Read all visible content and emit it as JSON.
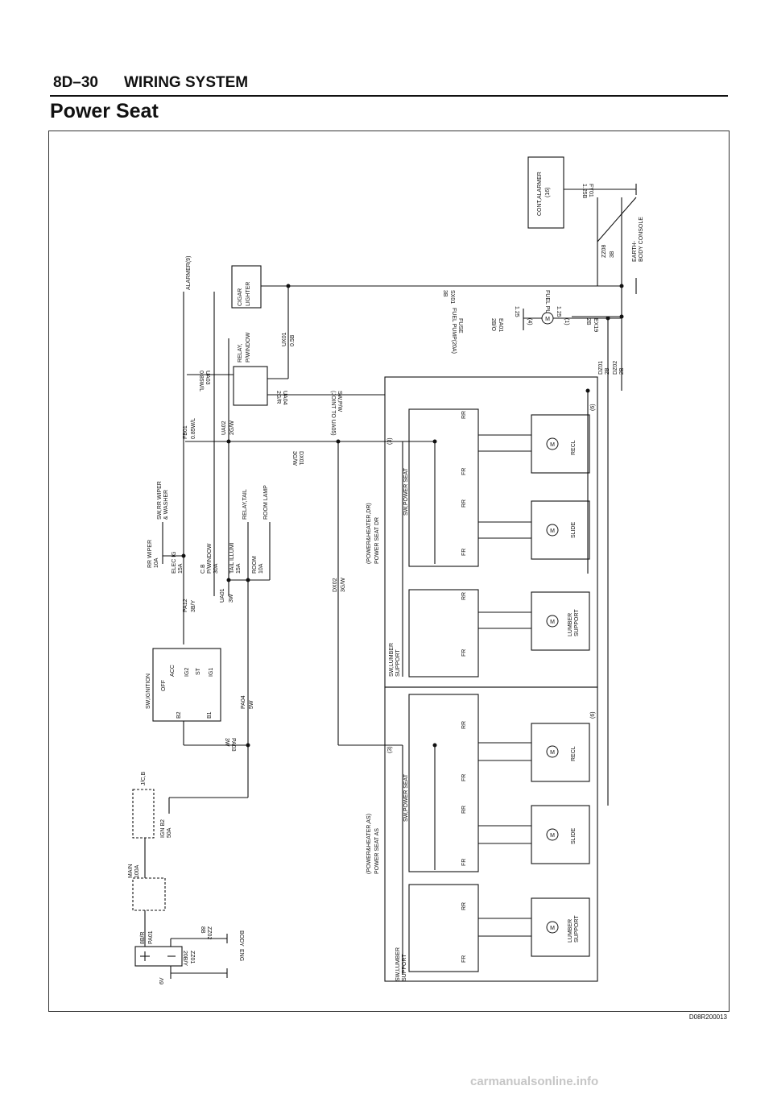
{
  "header": {
    "page_number": "8D–30",
    "section": "WIRING SYSTEM"
  },
  "page_title": "Power Seat",
  "diagram_code": "D08R200013",
  "watermark": "carmanualsonline.info",
  "labels": {
    "battery_voltage": "6V",
    "battery_wire": "8B/R",
    "battery_conn": "PA01",
    "zz01": "ZZ01",
    "zz01_wire": "20B/Y",
    "zz02": "ZZ02",
    "zz02_wire": "8B",
    "eng": "ENG",
    "body": "BODY",
    "main_fuse": "MAIN",
    "main_amp": "100A",
    "ign_fuse": "IGN B2",
    "ign_amp": "50A",
    "jcb": "J/C,B",
    "sw_ignition": "SW,IGNITION",
    "off": "OFF",
    "acc": "ACC",
    "ig2": "IG2",
    "st": "ST",
    "ig1": "IG1",
    "b2": "B2",
    "b1": "B1",
    "pa03": "PA03",
    "pa03_wire": "3W",
    "pa04": "PA04",
    "pa04_wire": "5W",
    "pa12": "PA12",
    "pa12_wire": "3B/Y",
    "rr_wiper": "RR WIPER",
    "rr_wiper_amp": "10A",
    "sw_rr_wiper": "SW,RR WIPER",
    "sw_washer": "& WASHER",
    "elec_ig": "ELEC IG",
    "elec_amp": "15A",
    "cb": "C.B",
    "pwindow": "P/WINDOW",
    "cb_amp": "30A",
    "ua01": "UA01",
    "ua01_wire": "3W",
    "tail_illumi": "TAIL ILLUMI",
    "tail_amp": "15A",
    "relay_tail": "RELAY,TAIL",
    "room": "ROOM",
    "room_amp": "10A",
    "room_lamp": "ROOM LAMP",
    "fb01": "FB01",
    "fb01_wire": "0.85W/L",
    "alarmer": "ALARMER(9)",
    "ua02": "UA02",
    "ua02_wire": "2G/W",
    "ua03": "UA03",
    "ua03_wire": "0.85W/L",
    "relay_pw": "RELAY,",
    "relay_pw2": "P/WINDOW",
    "ua04": "UA04",
    "ua04_wire": "2G/R",
    "sw_pw": "SW,P/W",
    "joint": "(JOINT TO UA05)",
    "ux01": "UX01",
    "ux01_wire": "0.5B",
    "cigar": "CIGAR",
    "lighter": "LIGHTER",
    "sx01": "SX01",
    "sx01_wire": "3B",
    "ea01": "EA01",
    "ea01_wire": "2B/O",
    "fuse": "FUSE",
    "fuel_pump_fuse": "FUEL PUMP(20A)",
    "fuel_pump": "FUEL PUMP",
    "ex19": "EX19",
    "ex19_wire": "2B",
    "pin4": "(4)",
    "pin1": "(1)",
    "w125a": "1.25",
    "w125b": "1.25",
    "cont_alarmer": "CONT,ALARMER",
    "cont_pin": "(16)",
    "fy01": "FY01",
    "fy01_wire": "1.25B",
    "zz08": "ZZ08",
    "zz08_wire": "3B",
    "earth": "EARTH-",
    "body_console": "BODY CONSOLE",
    "dx01": "DX01",
    "dx01_wire": "3G/W",
    "dx02": "DX02",
    "dx02_wire": "3G/W",
    "dz01": "DZ01",
    "dz01_wire": "2B",
    "dz02": "DZ02",
    "dz02_wire": "2B",
    "dr_title1": "(POWER&HEATER,DR)",
    "dr_title2": "POWER SEAT DR",
    "as_title1": "(POWER&HEATER,AS)",
    "as_title2": "POWER SEAT AS",
    "pin3": "(3)",
    "pin6": "(6)",
    "sw_power_seat": "SW,POWER SEAT",
    "sw_lumber": "SW,LUMBER",
    "support": "SUPPORT",
    "fr": "FR",
    "rr": "RR",
    "recl": "RECL",
    "slide": "SLIDE",
    "lumber": "LUMBER",
    "m": "M"
  }
}
